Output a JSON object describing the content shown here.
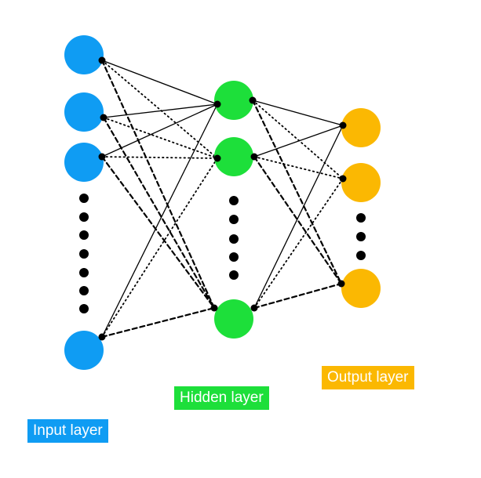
{
  "layers": {
    "input": {
      "label": "Input layer",
      "color": "#0F9CF3"
    },
    "hidden": {
      "label": "Hidden layer",
      "color": "#1DDF3A"
    },
    "output": {
      "label": "Output layer",
      "color": "#FBB802"
    }
  },
  "edge_styles": {
    "solid": "solid",
    "dashed": "dashed",
    "dotted": "dotted"
  },
  "line_color": "#000000"
}
